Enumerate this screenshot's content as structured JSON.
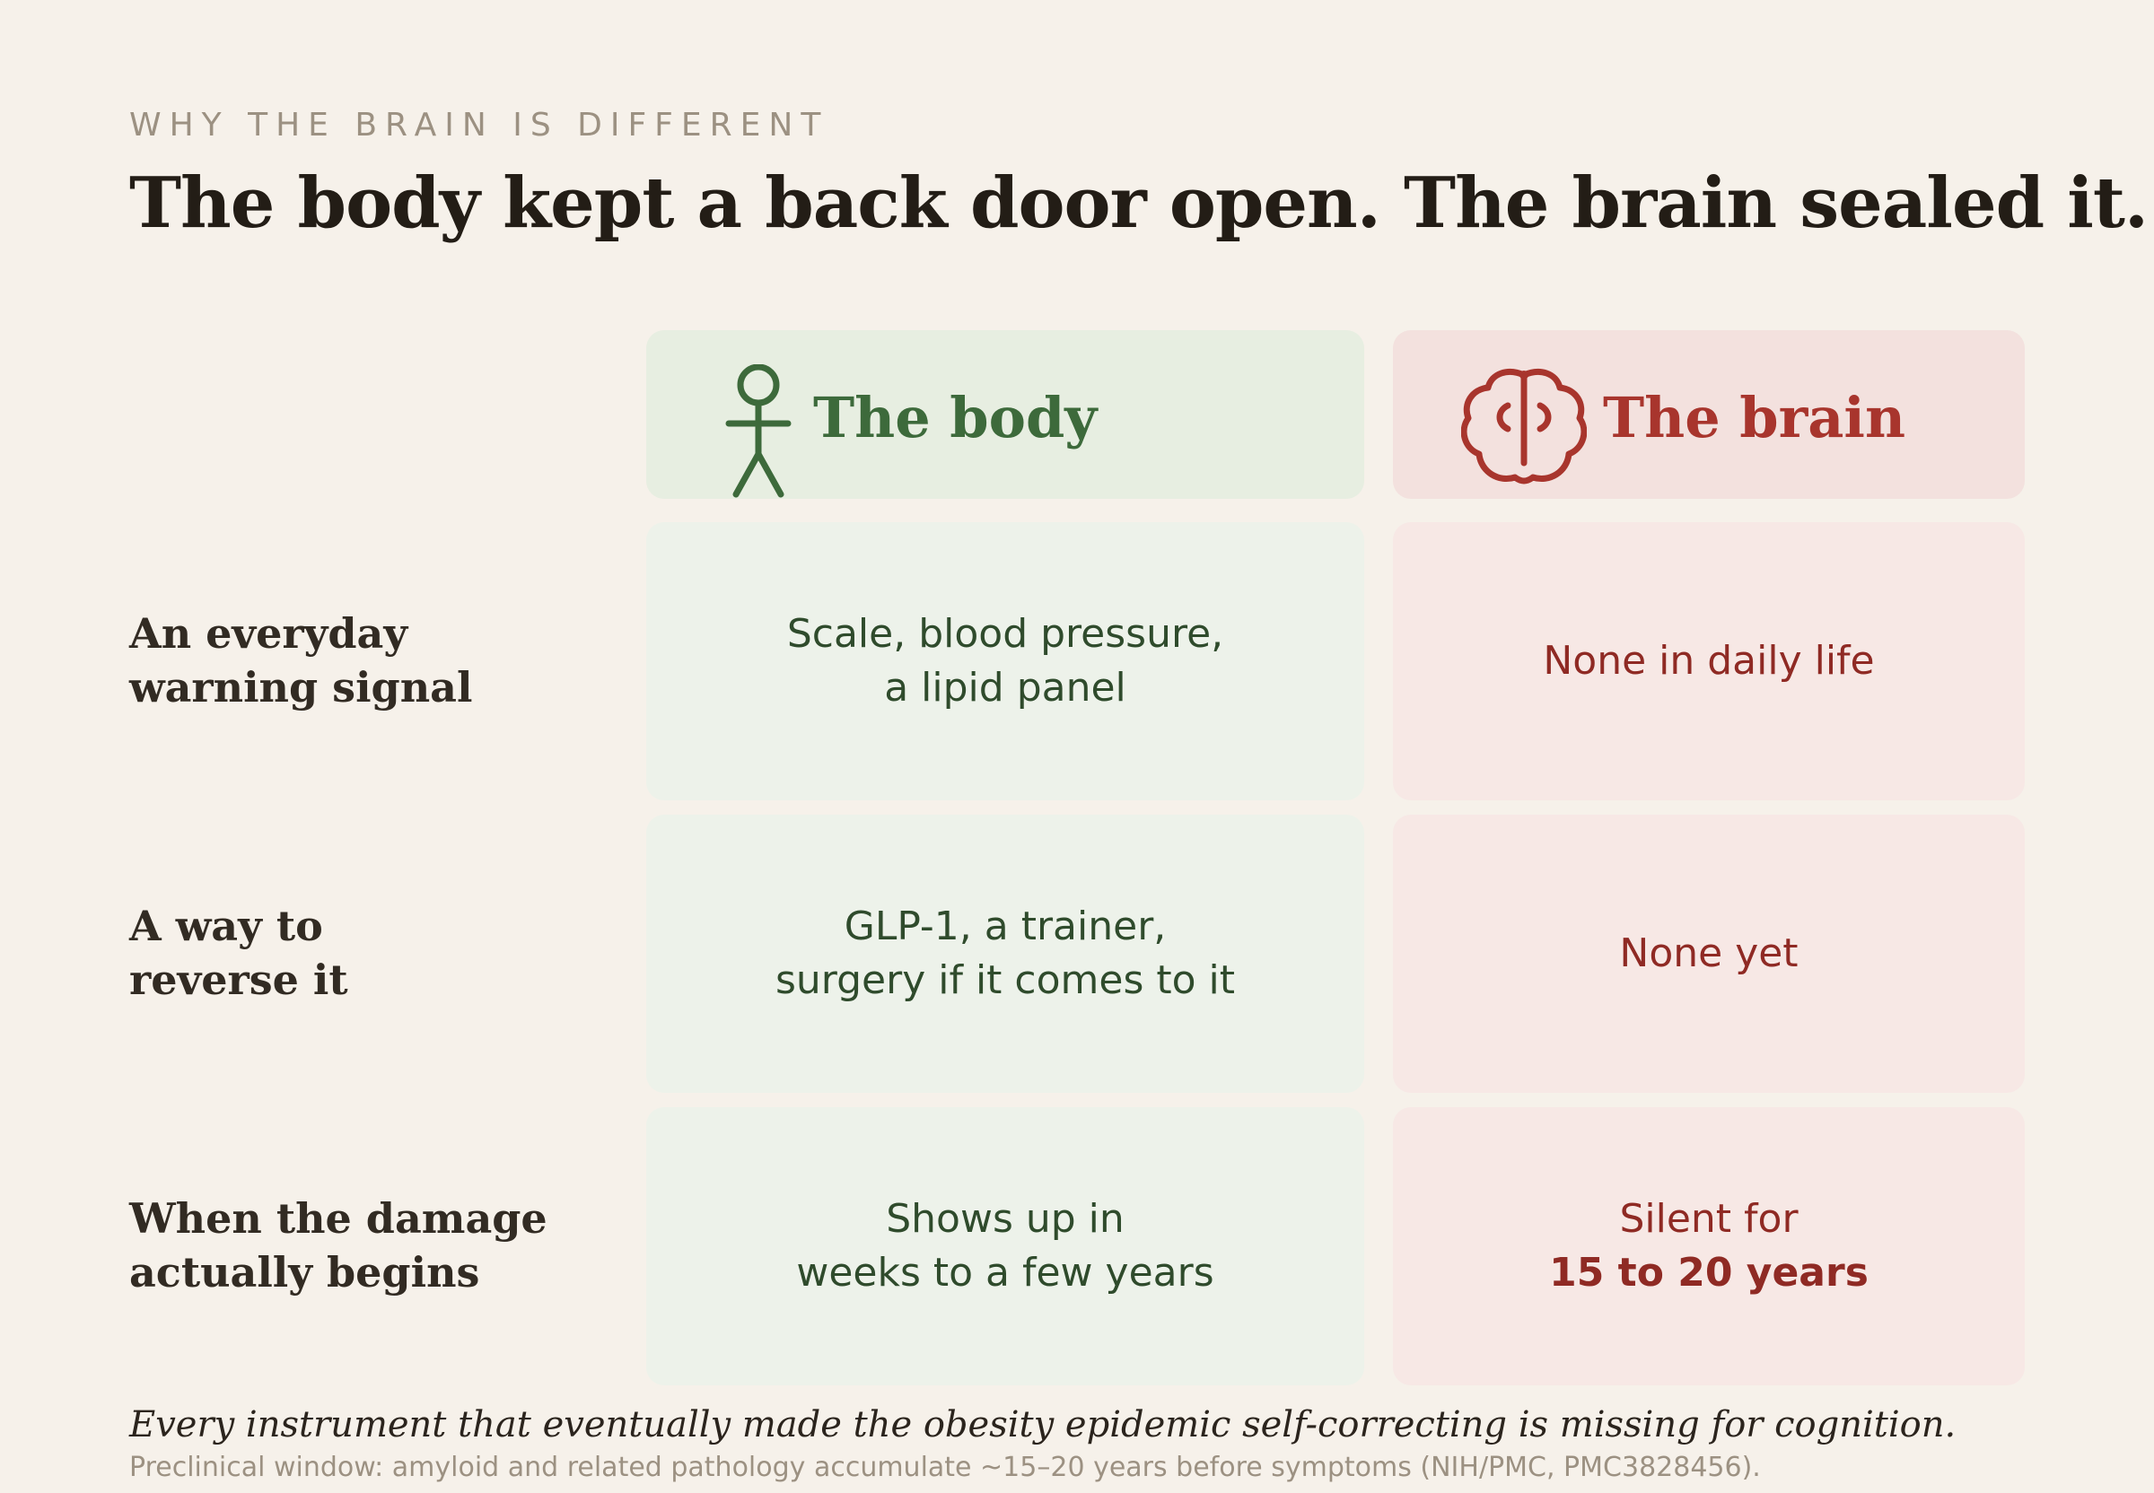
{
  "eyebrow": "WHY THE BRAIN IS DIFFERENT",
  "headline": "The body kept a back door open. The brain sealed it.",
  "columns": {
    "body": {
      "label": "The body",
      "icon": "person-icon",
      "color": "#3d6a3b",
      "background": "#e7eee1"
    },
    "brain": {
      "label": "The brain",
      "icon": "brain-icon",
      "color": "#a8352d",
      "background": "#f3e1de"
    }
  },
  "rows": [
    {
      "label_lines": [
        "An everyday",
        "warning signal"
      ],
      "body_lines": [
        "Scale, blood pressure,",
        "a lipid panel"
      ],
      "brain_lines": [
        "None in daily life"
      ]
    },
    {
      "label_lines": [
        "A way to",
        "reverse it"
      ],
      "body_lines": [
        "GLP-1, a trainer,",
        "surgery if it comes to it"
      ],
      "brain_lines": [
        "None yet"
      ]
    },
    {
      "label_lines": [
        "When the damage",
        "actually begins"
      ],
      "body_lines": [
        "Shows up in",
        "weeks to a few years"
      ],
      "brain_lines": [
        "Silent for"
      ],
      "brain_emphasis": "15 to 20 years"
    }
  ],
  "footnote": {
    "main": "Every instrument that eventually made the obesity epidemic self-correcting is missing for cognition.",
    "source": "Preclinical window: amyloid and related pathology accumulate ~15–20 years before symptoms (NIH/PMC, PMC3828456)."
  }
}
